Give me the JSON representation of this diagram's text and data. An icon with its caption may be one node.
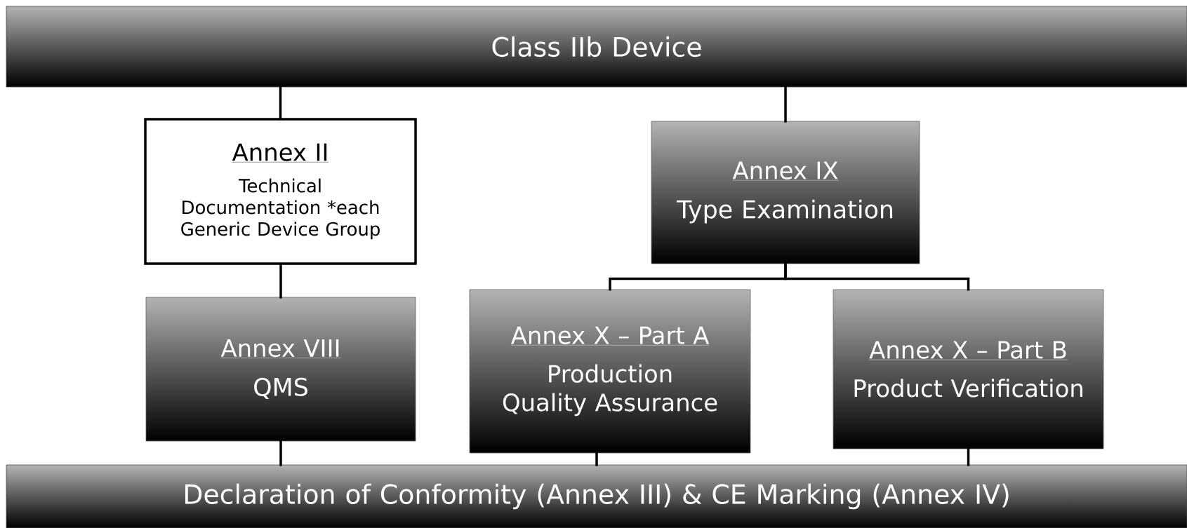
{
  "diagram": {
    "nodes": [
      {
        "text": [
          "Class IIb  Device"
        ]
      },
      {
        "text": [
          "Annex II",
          "Technical Documentation *each Generic Device Group"
        ]
      },
      {
        "text": [
          "Annex IX",
          "Type Examination"
        ]
      },
      {
        "text": [
          "Annex VIII",
          "QMS"
        ]
      },
      {
        "text": [
          "Annex X – Part A",
          "Production Quality Assurance"
        ]
      },
      {
        "text": [
          "Annex X – Part B",
          "Product Verification"
        ]
      },
      {
        "text": [
          "Declaration of Conformity (Annex III) & CE Marking (Annex IV)"
        ]
      }
    ],
    "edges": [
      {
        "from": 0,
        "to": 1,
        "arrow": "none"
      },
      {
        "from": 1,
        "to": 3,
        "arrow": "none"
      },
      {
        "from": 0,
        "to": 2,
        "arrow": "none"
      },
      {
        "from": 2,
        "to": 4,
        "arrow": "none"
      },
      {
        "from": 2,
        "to": 5,
        "arrow": "none"
      },
      {
        "from": 3,
        "to": 6,
        "arrow": "none"
      },
      {
        "from": 4,
        "to": 6,
        "arrow": "none"
      },
      {
        "from": 5,
        "to": 6,
        "arrow": "none"
      }
    ]
  }
}
